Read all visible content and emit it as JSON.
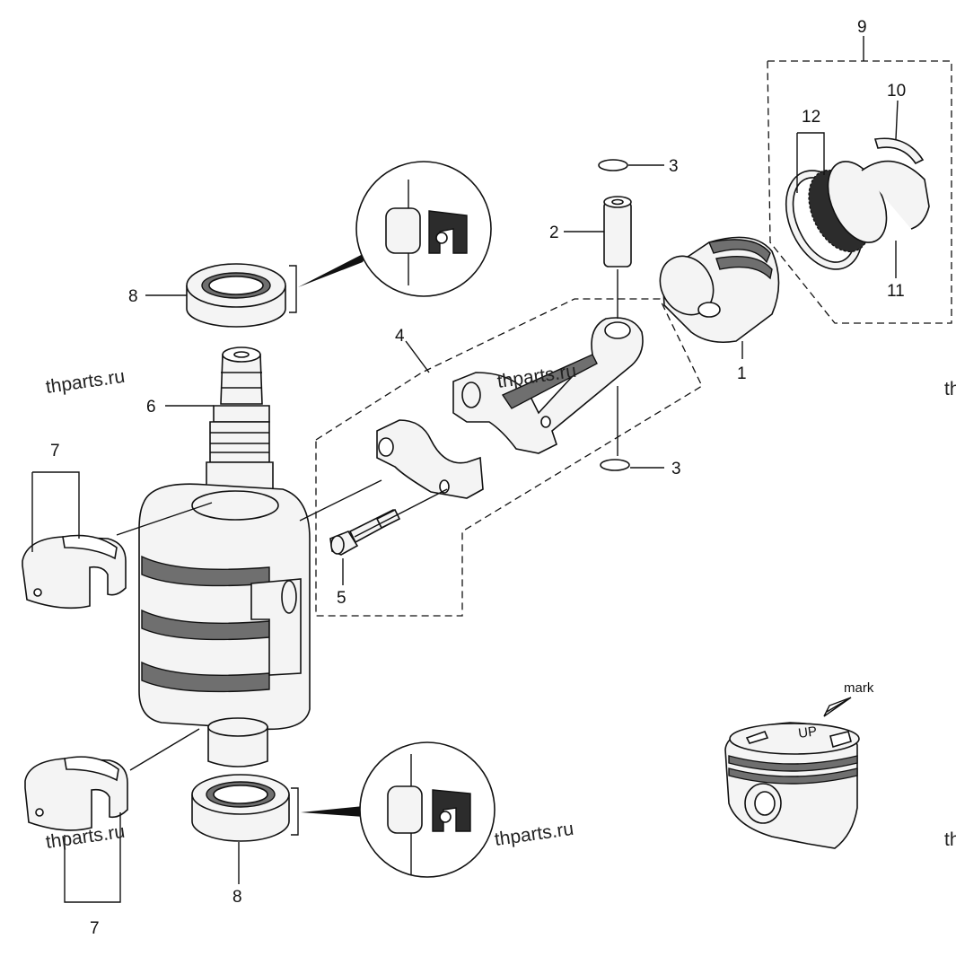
{
  "callouts": {
    "c1": "1",
    "c2": "2",
    "c3_top": "3",
    "c3_bottom": "3",
    "c4": "4",
    "c5": "5",
    "c6": "6",
    "c7_top": "7",
    "c7_bottom": "7",
    "c8_top": "8",
    "c8_bottom": "8",
    "c9": "9",
    "c10": "10",
    "c11": "11",
    "c12": "12"
  },
  "annotation": {
    "mark": "mark",
    "piston_stamp": "UP"
  },
  "watermarks": {
    "w1": "thparts.ru",
    "w2": "thparts.ru",
    "w3": "thparts.ru",
    "w4": "thparts.ru",
    "w5": "th",
    "w6": "th"
  }
}
